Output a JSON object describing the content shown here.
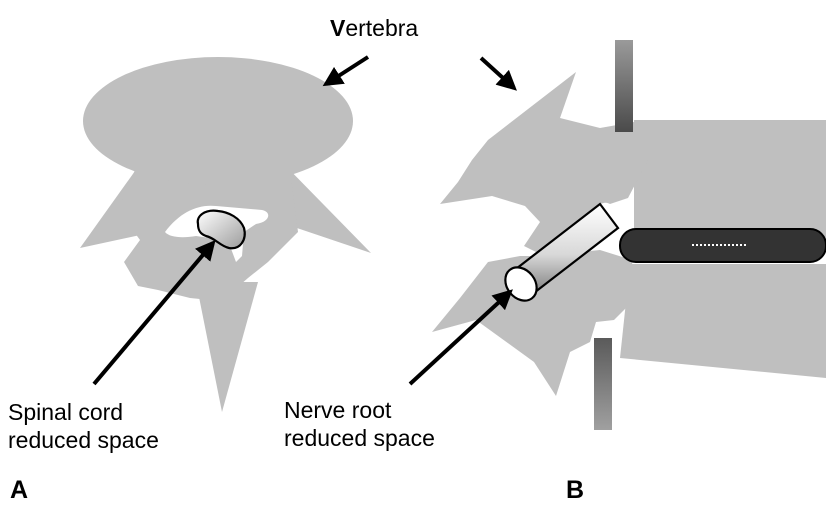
{
  "title": {
    "first_letter": "V",
    "rest": "ertebra"
  },
  "labels": {
    "spinal_line1": "Spinal cord",
    "spinal_line2": "reduced space",
    "nerve_line1": "Nerve root",
    "nerve_line2": "reduced space"
  },
  "panels": {
    "a": "A",
    "b": "B"
  },
  "colors": {
    "bone": "#bfbfbf",
    "disc": "#333333",
    "line": "#000000",
    "background": "#ffffff"
  }
}
